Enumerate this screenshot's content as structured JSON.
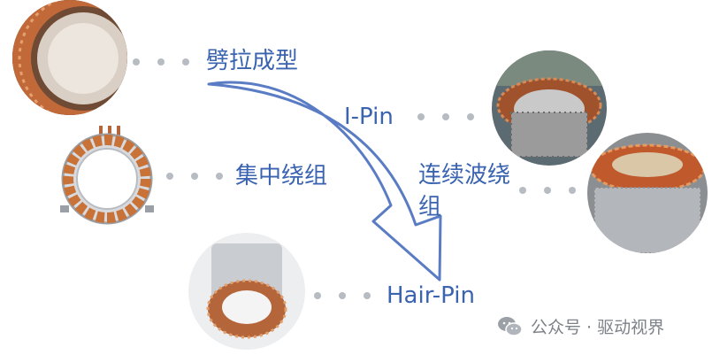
{
  "labels": {
    "bending": "劈拉成型",
    "ipin": "I-Pin",
    "concentrated": "集中绕组",
    "wave_line1": "连续波绕",
    "wave_line2": "组",
    "hairpin": "Hair-Pin"
  },
  "watermark": {
    "text": "公众号 · 驱动视界"
  },
  "colors": {
    "label": "#3a63b0",
    "arrow": "#5a7cc4",
    "copper": "#b5653a",
    "steel": "#9aa0a6",
    "dot": "#b7bcc3"
  },
  "icons": [
    "wechat-icon"
  ]
}
